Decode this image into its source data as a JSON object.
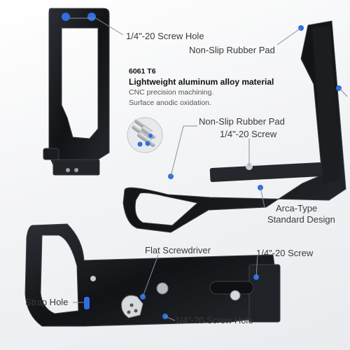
{
  "spec": {
    "alloy": "6061 T6",
    "material": "Lightweight aluminum alloy material",
    "process_1": "CNC precision machining.",
    "process_2": "Surface anodic oxidation."
  },
  "callouts": {
    "top_screw_hole": "1/4\"-20 Screw Hole",
    "pad_top": "Non-Slip Rubber Pad",
    "pad_middle": "Non-Slip Rubber Pad",
    "screw_middle": "1/4\"-20 Screw",
    "arca_line1": "Arca-Type",
    "arca_line2": "Standard Design",
    "flat_screwdriver": "Flat Screwdriver",
    "screw_bottom": "1/4\"-20 Screw",
    "strap_hole": "Strap Hole",
    "bottom_screw_hole": "1/4\"-20 Screw Hole"
  },
  "colors": {
    "accent": "#2f6fe0",
    "metal": "#16181b",
    "leader": "#8a8f96"
  }
}
